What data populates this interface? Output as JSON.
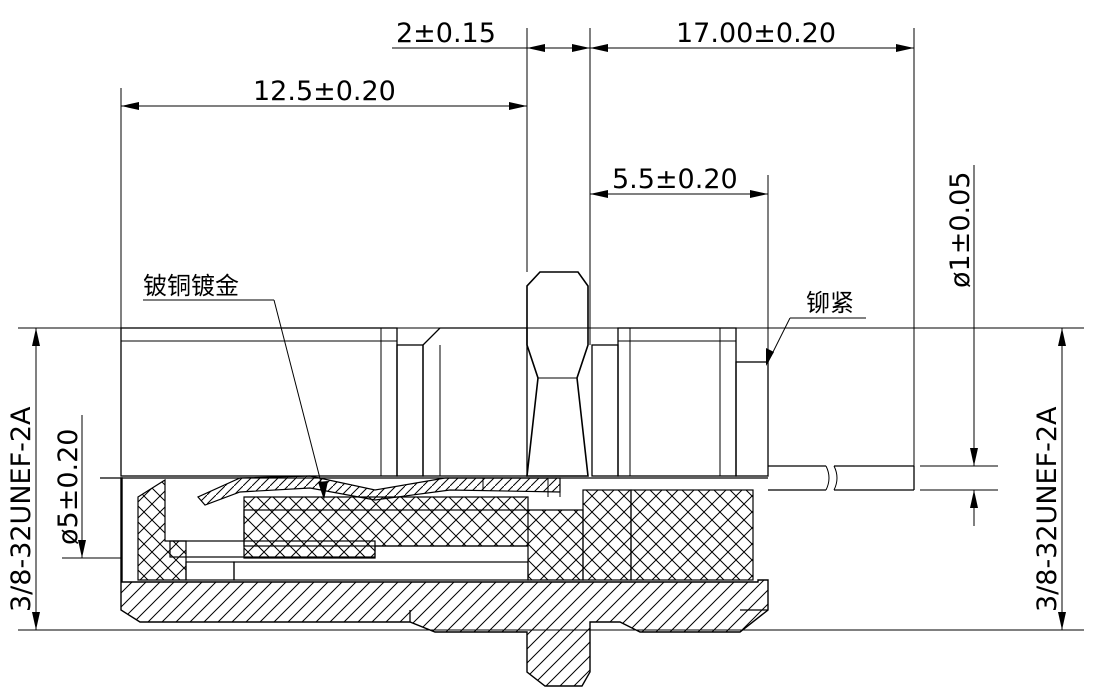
{
  "dimensions": {
    "overall_left": "12.5±0.20",
    "flange_width": "2±0.15",
    "overall_right": "17.00±0.20",
    "rivet_length": "5.5±0.20",
    "pin_diameter": "ø1±0.05",
    "inner_diameter": "ø5±0.20",
    "thread_left": "3/8-32UNEF-2A",
    "thread_right": "3/8-32UNEF-2A"
  },
  "annotations": {
    "plating": "铍铜镀金",
    "riveted": "铆紧"
  }
}
